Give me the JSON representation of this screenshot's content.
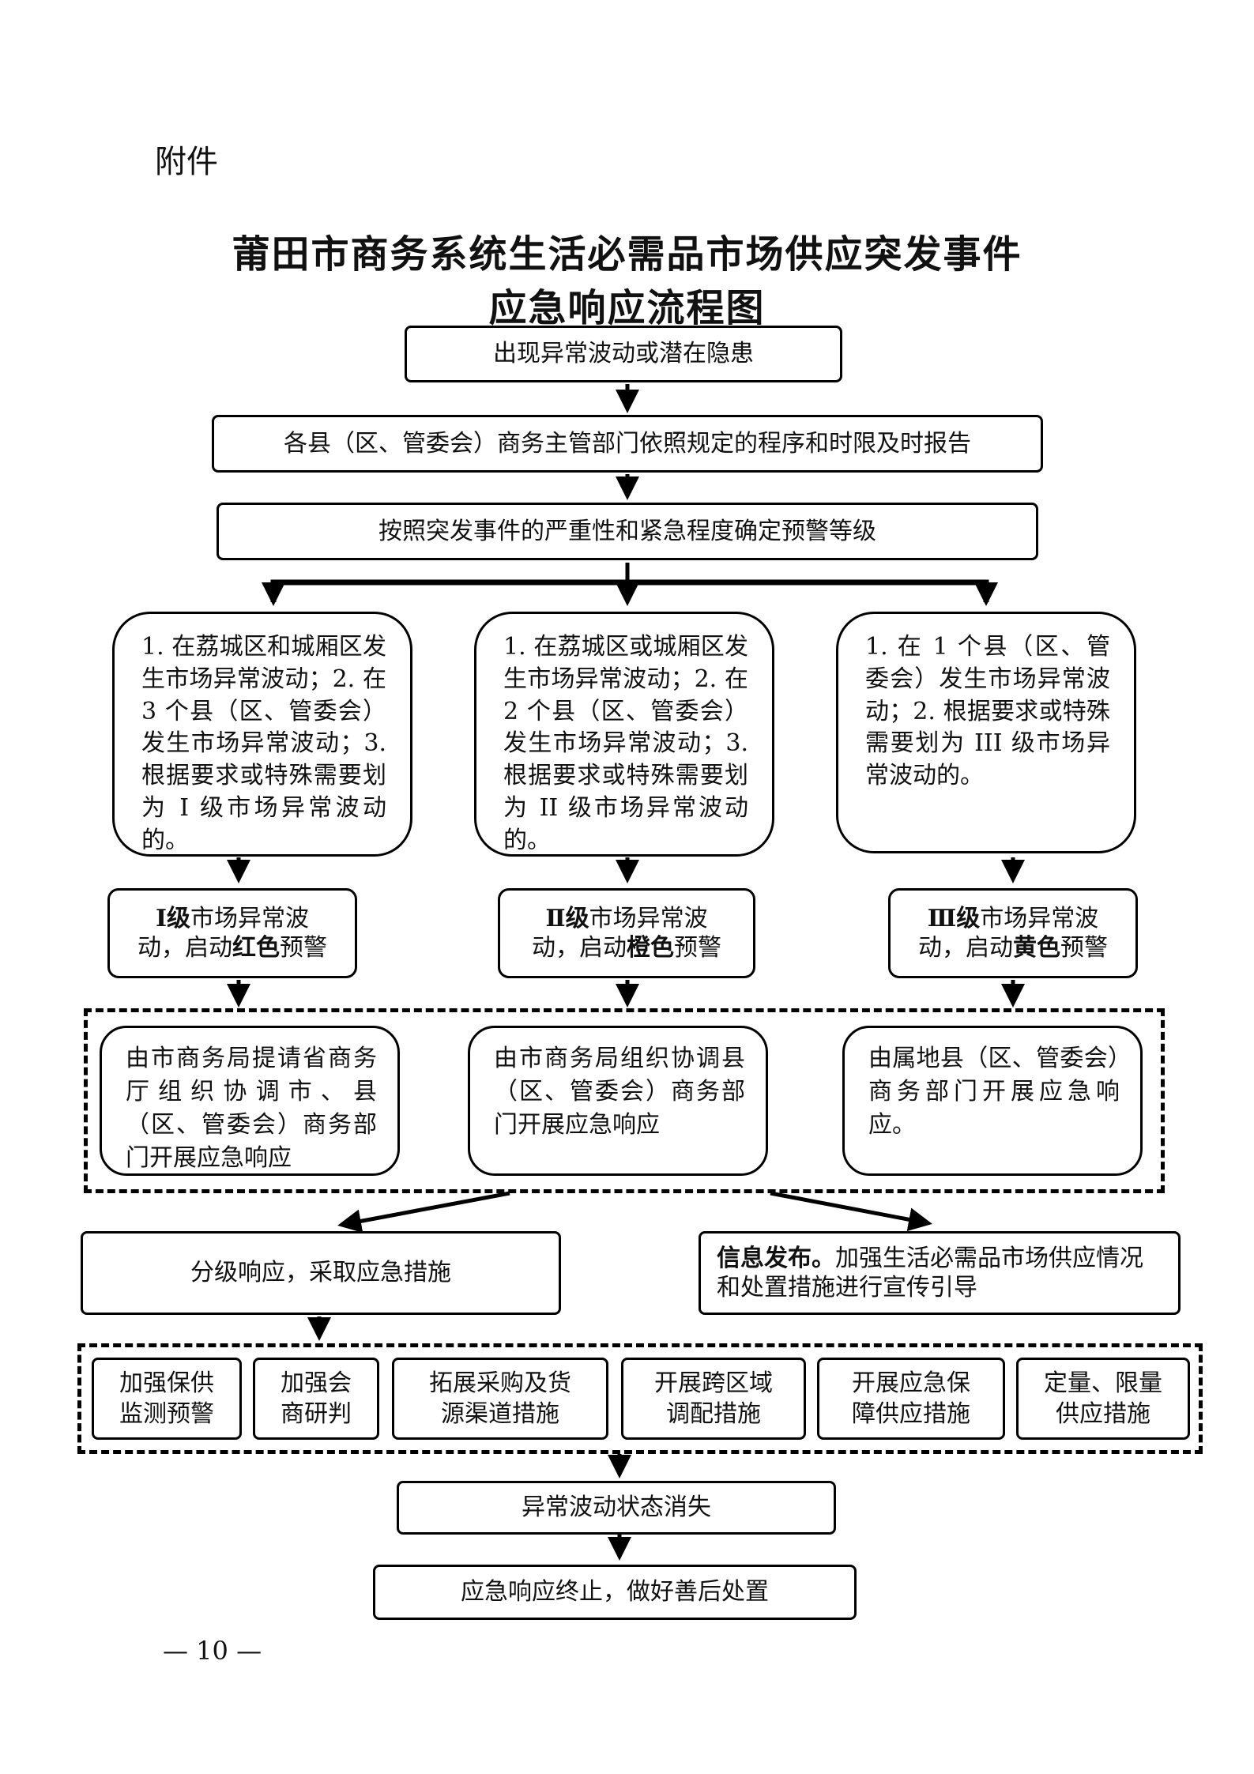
{
  "attachment_label": "附件",
  "title_line1": "莆田市商务系统生活必需品市场供应突发事件",
  "title_line2": "应急响应流程图",
  "steps": {
    "step1": "出现异常波动或潜在隐患",
    "step2": "各县（区、管委会）商务主管部门依照规定的程序和时限及时报告",
    "step3": "按照突发事件的严重性和紧急程度确定预警等级"
  },
  "conditions": [
    "1. 在荔城区和城厢区发生市场异常波动；2. 在 3 个县（区、管委会）发生市场异常波动；3. 根据要求或特殊需要划为 I 级市场异常波动的。",
    "1. 在荔城区或城厢区发生市场异常波动；2. 在 2 个县（区、管委会）发生市场异常波动；3. 根据要求或特殊需要划为 II 级市场异常波动的。",
    "1. 在 1 个县（区、管委会）发生市场异常波动；2. 根据要求或特殊需要划为 III 级市场异常波动的。"
  ],
  "levels": [
    {
      "level": "Ⅰ级",
      "mid": "市场异常波",
      "line2_pre": "动，启动",
      "color_word": "红色",
      "line2_post": "预警"
    },
    {
      "level": "Ⅱ级",
      "mid": "市场异常波",
      "line2_pre": "动，启动",
      "color_word": "橙色",
      "line2_post": "预警"
    },
    {
      "level": "Ⅲ级",
      "mid": "市场异常波",
      "line2_pre": "动，启动",
      "color_word": "黄色",
      "line2_post": "预警"
    }
  ],
  "responses": [
    "由市商务局提请省商务厅组织协调市、县（区、管委会）商务部门开展应急响应",
    "由市商务局组织协调县（区、管委会）商务部门开展应急响应",
    "由属地县（区、管委会）商务部门开展应急响应。"
  ],
  "graded_response": "分级响应，采取应急措施",
  "info_release": {
    "bold": "信息发布。",
    "text": "加强生活必需品市场供应情况和处置措施进行宣传引导"
  },
  "measures": [
    {
      "line1": "加强保供",
      "line2": "监测预警"
    },
    {
      "line1": "加强会",
      "line2": "商研判"
    },
    {
      "line1": "拓展采购及货",
      "line2": "源渠道措施"
    },
    {
      "line1": "开展跨区域",
      "line2": "调配措施"
    },
    {
      "line1": "开展应急保",
      "line2": "障供应措施"
    },
    {
      "line1": "定量、限量",
      "line2": "供应措施"
    }
  ],
  "ending": {
    "state_gone": "异常波动状态消失",
    "terminate": "应急响应终止，做好善后处置"
  },
  "page_number": "— 10 —"
}
